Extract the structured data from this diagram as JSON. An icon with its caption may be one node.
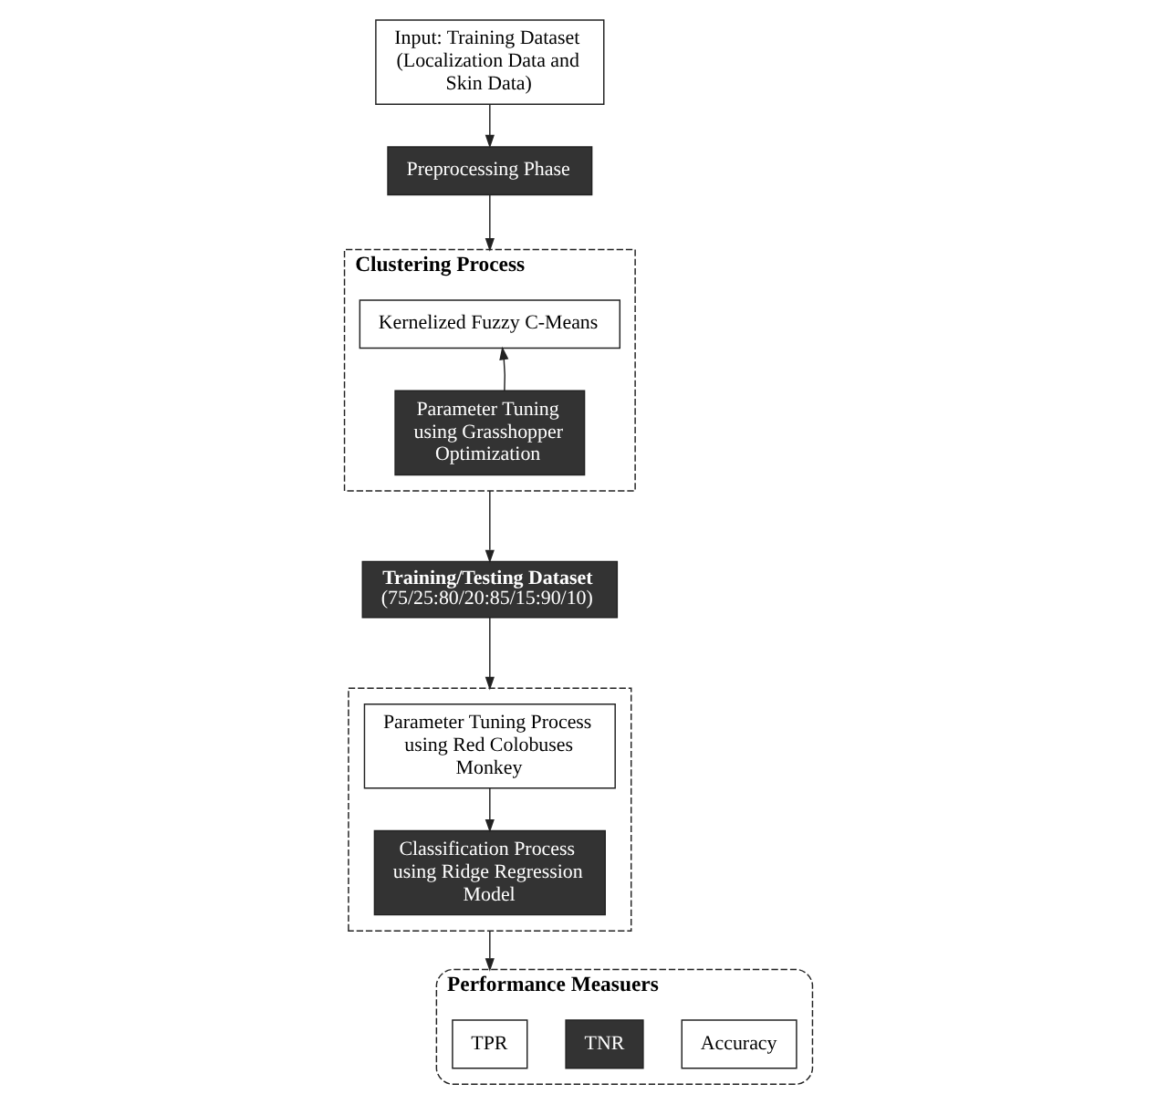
{
  "diagram": {
    "nodes": [
      {
        "text": [
          "Input: Training Dataset (Localization Data and Skin Data)"
        ]
      },
      {
        "text": [
          "Preprocessing Phase"
        ]
      },
      {
        "text": [
          "Clustering Process"
        ]
      },
      {
        "text": [
          "Kernelized Fuzzy C-Means"
        ],
        "in": 2
      },
      {
        "text": [
          "Parameter Tuning using Grasshopper Optimization"
        ],
        "in": 2
      },
      {
        "text": [
          "Training/Testing Dataset",
          "(75/25:80/20:85/15:90/10)"
        ]
      },
      {
        "text": [],
        "shape": "box"
      },
      {
        "text": [
          "Parameter Tuning Process using Red Colobuses Monkey"
        ],
        "in": 6
      },
      {
        "text": [
          "Classification Process using Ridge Regression Model"
        ],
        "in": 6
      },
      {
        "text": [
          "Performance Measuers"
        ]
      },
      {
        "text": [
          "TPR"
        ],
        "in": 9
      },
      {
        "text": [
          "TNR"
        ],
        "in": 9
      },
      {
        "text": [
          "Accuracy"
        ],
        "in": 9
      }
    ],
    "edges": [
      {
        "from": 0,
        "to": 1,
        "arrow": "to"
      },
      {
        "from": 1,
        "to": 2,
        "arrow": "to"
      },
      {
        "from": 4,
        "to": 3,
        "arrow": "to"
      },
      {
        "from": 2,
        "to": 5,
        "arrow": "to"
      },
      {
        "from": 5,
        "to": 6,
        "arrow": "to"
      },
      {
        "from": 7,
        "to": 8,
        "arrow": "to"
      },
      {
        "from": 6,
        "to": 9,
        "arrow": "to"
      }
    ]
  }
}
